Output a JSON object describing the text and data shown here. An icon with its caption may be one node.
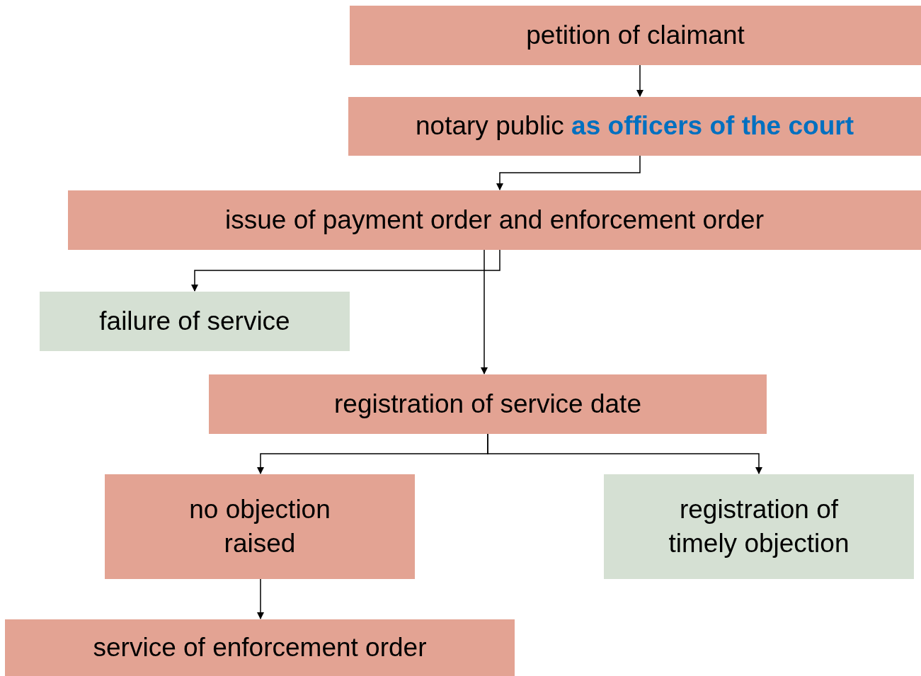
{
  "diagram": {
    "nodes": [
      {
        "text": [
          "petition of claimant"
        ]
      },
      {
        "text": [
          "notary public **as officers of the court**"
        ]
      },
      {
        "text": [
          "issue of payment order and enforcement order"
        ]
      },
      {
        "text": [
          "failure of service"
        ]
      },
      {
        "text": [
          "registration of service date"
        ]
      },
      {
        "text": [
          "no objection raised"
        ]
      },
      {
        "text": [
          "registration of timely objection"
        ]
      },
      {
        "text": [
          "service of enforcement order"
        ]
      }
    ],
    "edges": [
      {
        "from": 0,
        "to": 1,
        "arrow": "to"
      },
      {
        "from": 1,
        "to": 2,
        "arrow": "to"
      },
      {
        "from": 2,
        "to": 3,
        "arrow": "to"
      },
      {
        "from": 2,
        "to": 4,
        "arrow": "to"
      },
      {
        "from": 4,
        "to": 5,
        "arrow": "to"
      },
      {
        "from": 4,
        "to": 6,
        "arrow": "to"
      },
      {
        "from": 5,
        "to": 7,
        "arrow": "to"
      }
    ]
  }
}
